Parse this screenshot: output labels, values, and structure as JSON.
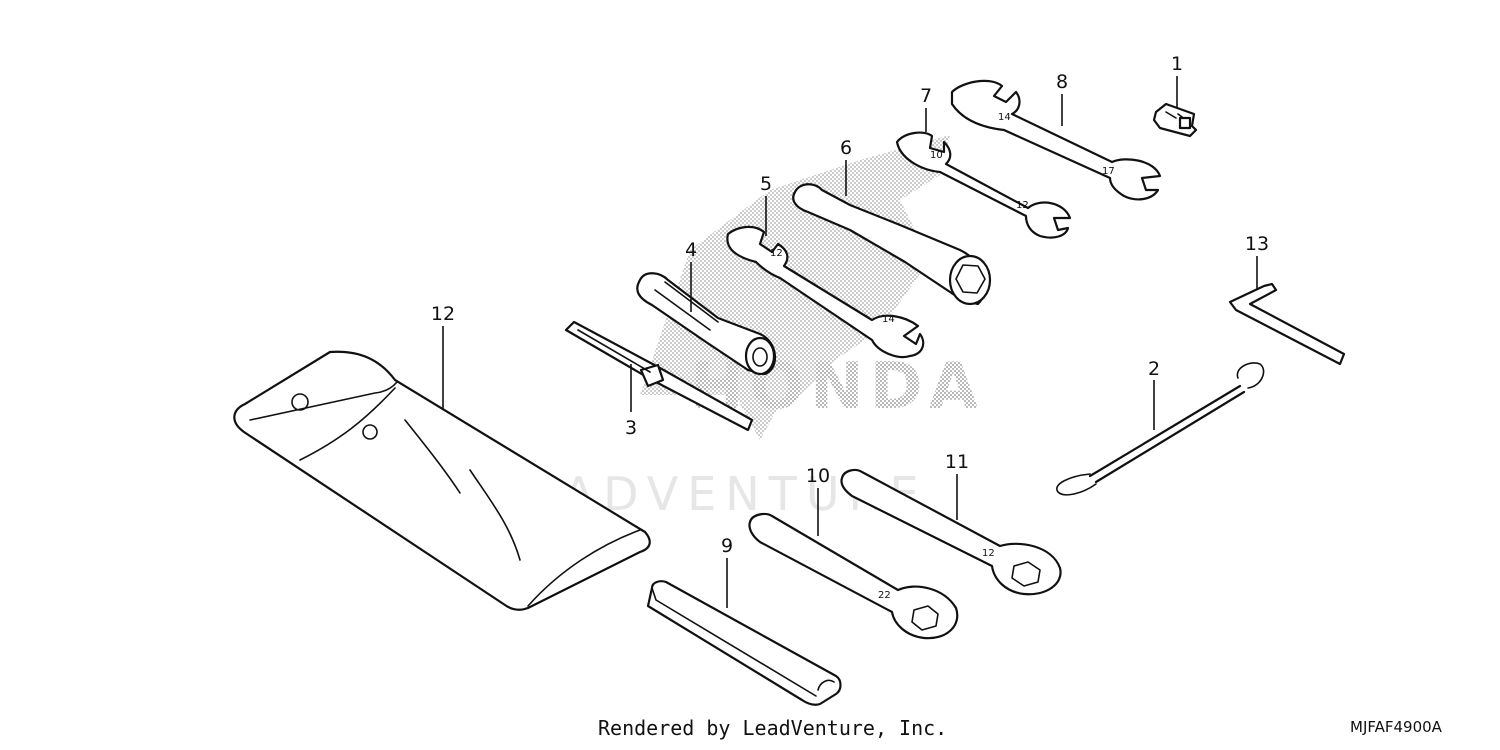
{
  "diagram": {
    "code": "MJFAF4900A",
    "credit": "Rendered by LeadVenture, Inc.",
    "watermarks": {
      "brand": "HONDA",
      "logo_text": "LEADVENTURE"
    },
    "callouts": [
      "1",
      "2",
      "3",
      "4",
      "5",
      "6",
      "7",
      "8",
      "9",
      "10",
      "11",
      "12",
      "13"
    ],
    "parts": [
      {
        "callout": "1",
        "icon": "clip-icon"
      },
      {
        "callout": "2",
        "icon": "grip-wire-icon"
      },
      {
        "callout": "3",
        "icon": "screwdriver-icon"
      },
      {
        "callout": "4",
        "icon": "socket-wrench-icon"
      },
      {
        "callout": "5",
        "icon": "open-end-wrench-icon"
      },
      {
        "callout": "6",
        "icon": "spark-plug-socket-icon"
      },
      {
        "callout": "7",
        "icon": "open-end-wrench-icon"
      },
      {
        "callout": "8",
        "icon": "open-end-wrench-icon"
      },
      {
        "callout": "9",
        "icon": "handle-bar-icon"
      },
      {
        "callout": "10",
        "icon": "box-wrench-icon"
      },
      {
        "callout": "11",
        "icon": "box-wrench-icon"
      },
      {
        "callout": "12",
        "icon": "tool-bag-icon"
      },
      {
        "callout": "13",
        "icon": "hex-key-icon"
      }
    ],
    "stamps": {
      "wrench5_end1": "12",
      "wrench5_end2": "14",
      "wrench7_end1": "10",
      "wrench7_end2": "12",
      "wrench8_end1": "14",
      "wrench8_end2": "17",
      "wrench10": "22",
      "wrench11": "12"
    }
  }
}
